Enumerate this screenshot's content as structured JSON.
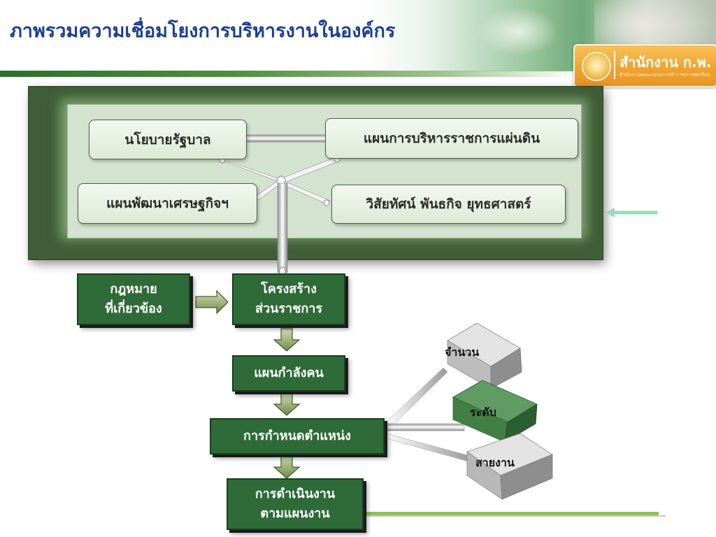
{
  "title": "ภาพรวมความเชื่อมโยงการบริหารงานในองค์กร",
  "logo": {
    "name": "สำนักงาน ก.พ.",
    "subtitle": "สำนักงานคณะกรรมการข้าราชการพลเรือน"
  },
  "top_panel": {
    "policy": "นโยบายรัฐบาล",
    "national_admin_plan": "แผนการบริหารราชการแผ่นดิน",
    "economic_plan": "แผนพัฒนาเศรษฐกิจฯ",
    "vision": "วิสัยทัศน์ พันธกิจ ยุทธศาสตร์"
  },
  "flow": {
    "law": [
      "กฎหมาย",
      "ที่เกี่ยวข้อง"
    ],
    "structure": [
      "โครงสร้าง",
      "ส่วนราชการ"
    ],
    "manpower": "แผนกำลังคน",
    "positioning": "การกำหนดตำแหน่ง",
    "operation": [
      "การดำเนินงาน",
      "ตามแผนงาน"
    ]
  },
  "cubes": {
    "number": "จำนวน",
    "level": "ระดับ",
    "line": "สายงาน"
  },
  "colors": {
    "title": "#1c3f8f",
    "dark_green": "#2e6b38",
    "panel_green": "#3f5d36",
    "light_panel": "#d3e3cf",
    "logo_orange": "#f0a430"
  }
}
